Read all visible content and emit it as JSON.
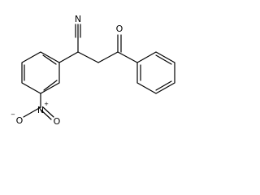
{
  "molecule": {
    "atoms": {
      "nitrile_n": "N",
      "ketone_o": "O",
      "nitro_n": "N",
      "nitro_o_left": "O",
      "nitro_o_right": "O",
      "plus_charge": "+",
      "minus_charge": "−"
    }
  }
}
